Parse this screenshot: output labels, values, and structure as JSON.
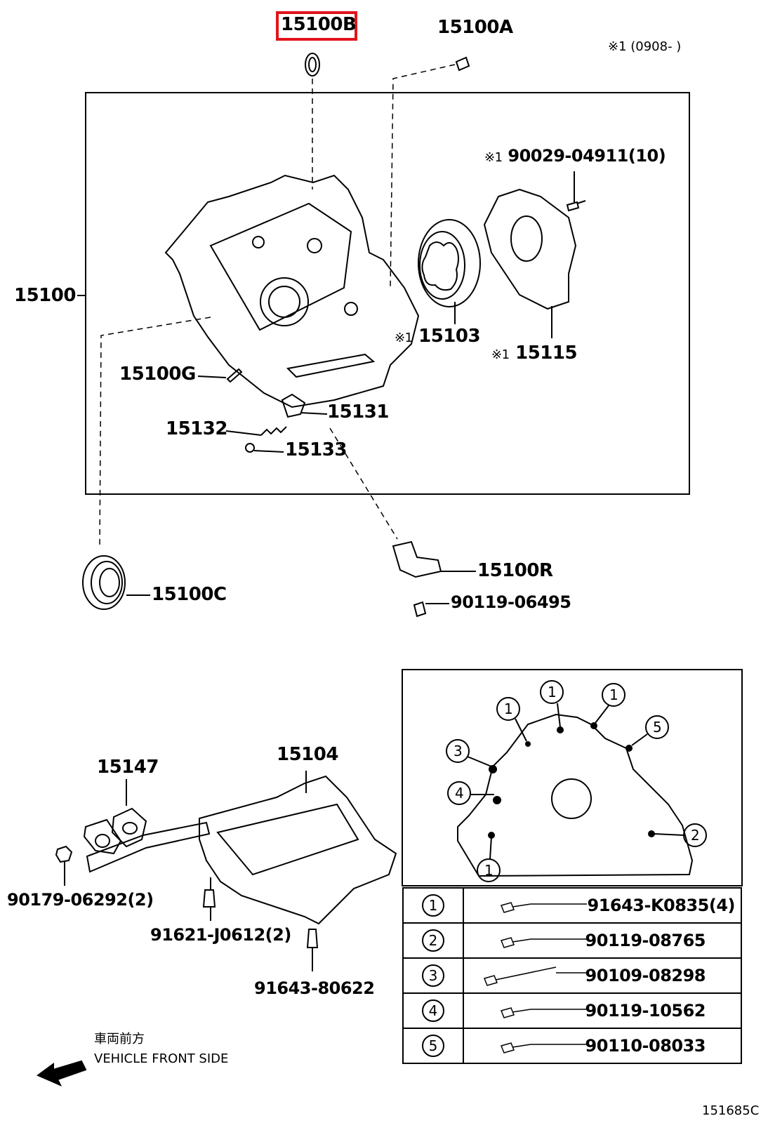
{
  "labels": {
    "top_highlight": "15100B",
    "oil_seal_top": "15100A",
    "note_range": "※1 (0908-        )",
    "bolt_top": "90029-04911(10)",
    "pump_body": "15100",
    "rotor": "15103",
    "cover": "15115",
    "stud": "15100G",
    "valve": "15131",
    "spring": "15132",
    "plug": "15133",
    "seal_bottom": "15100C",
    "sensor": "15100R",
    "sensor_bolt": "90119-06495",
    "strainer": "15104",
    "gasket": "15147",
    "nut": "90179-06292(2)",
    "stud_bolt": "91621-J0612(2)",
    "bolt_pan": "91643-80622",
    "mark_1": "※1",
    "front_jp": "車両前方",
    "front_en": "VEHICLE FRONT SIDE",
    "diagram_id": "151685C"
  },
  "callouts": {
    "c1": "1",
    "c2": "2",
    "c3": "3",
    "c4": "4",
    "c5": "5"
  },
  "bolt_table": [
    {
      "num": "1",
      "part": "91643-K0835(4)"
    },
    {
      "num": "2",
      "part": "90119-08765"
    },
    {
      "num": "3",
      "part": "90109-08298"
    },
    {
      "num": "4",
      "part": "90119-10562"
    },
    {
      "num": "5",
      "part": "90110-08033"
    }
  ],
  "colors": {
    "highlight": "#e1141b",
    "line": "#000000"
  }
}
